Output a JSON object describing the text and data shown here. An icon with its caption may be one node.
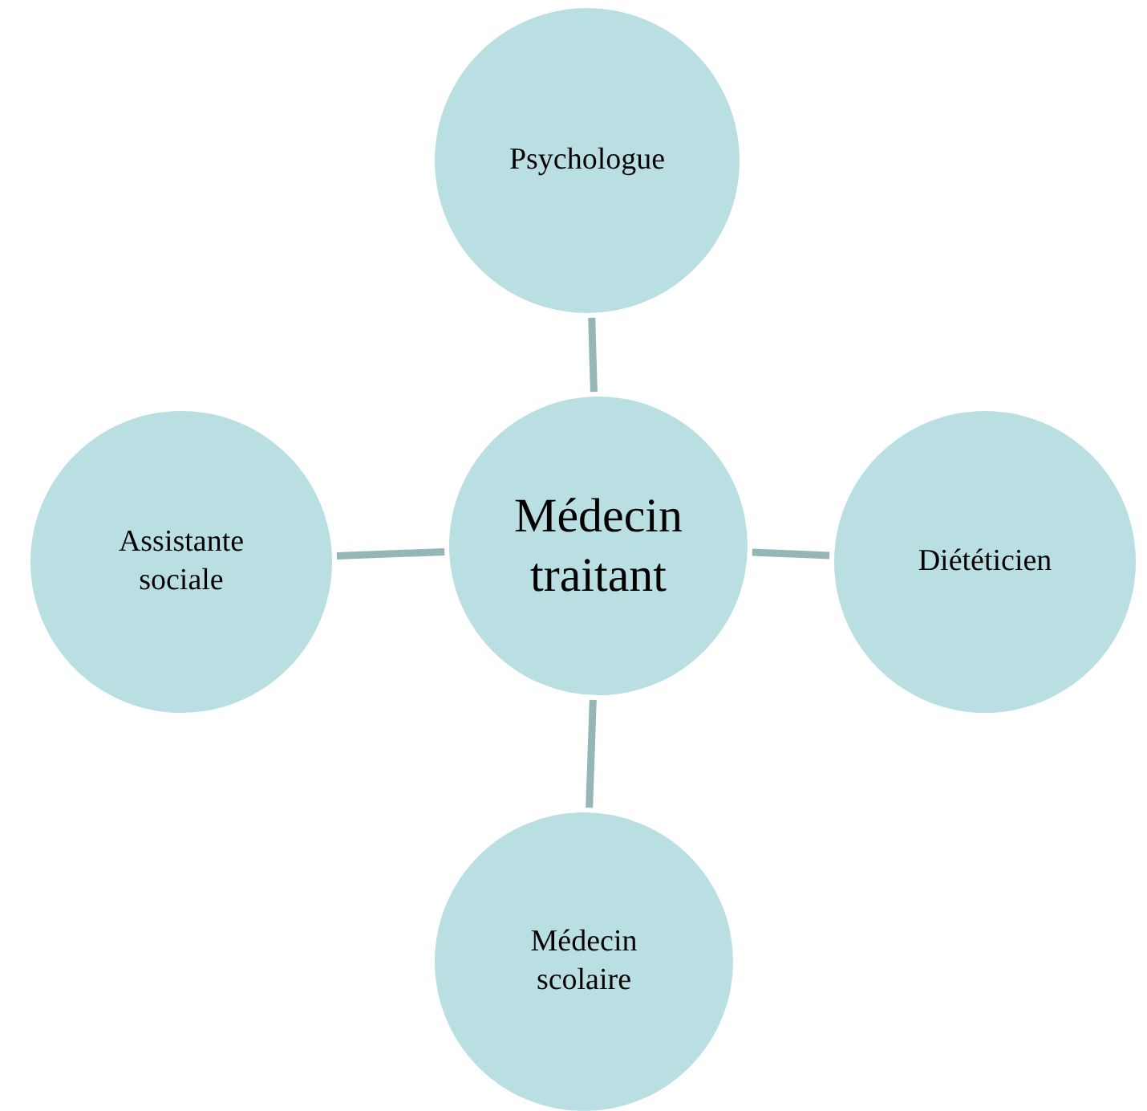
{
  "diagram": {
    "nodes": [
      {
        "text": [
          "Psychologue"
        ]
      },
      {
        "text": [
          "Assistante sociale"
        ]
      },
      {
        "text": [
          "Médecin traitant"
        ]
      },
      {
        "text": [
          "Diététicien"
        ]
      },
      {
        "text": [
          "Médecin scolaire"
        ]
      }
    ],
    "edges": [
      {
        "from": 2,
        "to": 0,
        "arrow": "none"
      },
      {
        "from": 2,
        "to": 1,
        "arrow": "none"
      },
      {
        "from": 2,
        "to": 3,
        "arrow": "none"
      },
      {
        "from": 2,
        "to": 4,
        "arrow": "none"
      }
    ]
  }
}
